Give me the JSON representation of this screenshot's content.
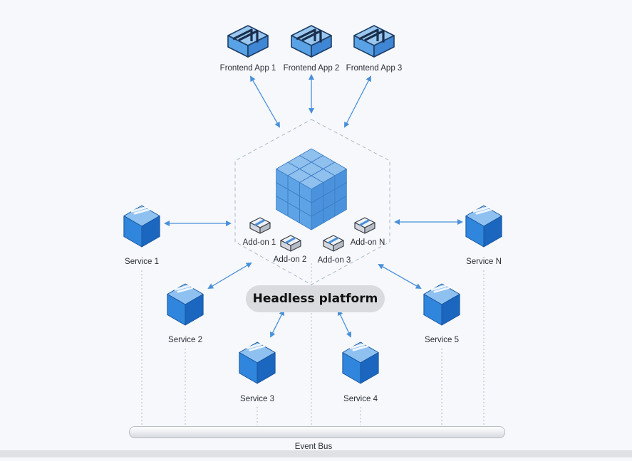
{
  "diagram": {
    "platform_label": "Headless platform",
    "bus_label": "Event Bus",
    "frontends": [
      "Frontend App 1",
      "Frontend App 2",
      "Frontend App 3"
    ],
    "addons": [
      "Add-on 1",
      "Add-on 2",
      "Add-on 3",
      "Add-on N"
    ],
    "services": [
      "Service 1",
      "Service 2",
      "Service 3",
      "Service 4",
      "Service 5",
      "Service N"
    ],
    "colors": {
      "cube_top": "#a9d2f5",
      "cube_left": "#4c9ae5",
      "cube_right": "#2a74c6",
      "service_front": "#1f78d1",
      "arrow": "#4a90d9",
      "dashed": "#aab9cc",
      "pill": "#d9dbdf"
    },
    "icons": {
      "frontend": "frontend-box-icon",
      "service": "service-cube-icon",
      "addon": "addon-box-icon",
      "platform": "rubiks-cube-icon"
    }
  }
}
